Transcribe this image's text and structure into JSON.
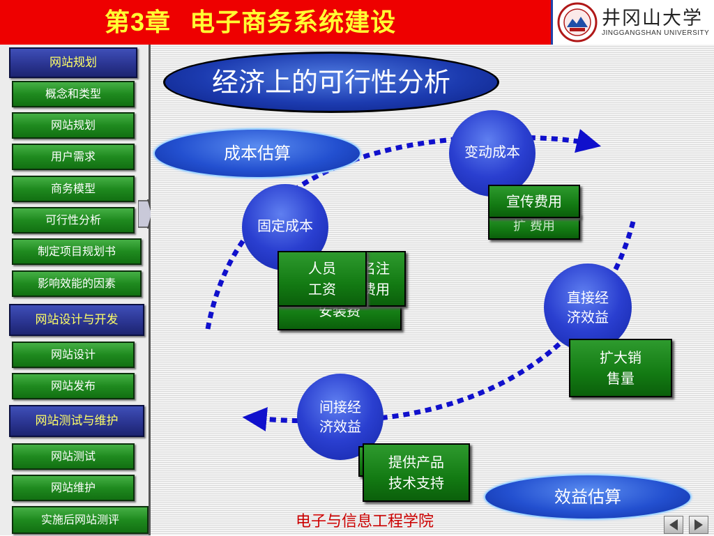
{
  "header": {
    "title_prefix": "第",
    "title_number": "3",
    "title_suffix": "章  电子商务系统建设",
    "university_cn": "井冈山大学",
    "university_en": "JINGGANGSHAN UNIVERSITY",
    "colors": {
      "bar": "#ee0000",
      "title": "#ffff33"
    }
  },
  "sidebar": {
    "items": [
      {
        "label": "网站规划",
        "kind": "section"
      },
      {
        "label": "概念和类型",
        "kind": "item"
      },
      {
        "label": "网站规划",
        "kind": "item"
      },
      {
        "label": "用户需求",
        "kind": "item"
      },
      {
        "label": "商务模型",
        "kind": "item"
      },
      {
        "label": "可行性分析",
        "kind": "item",
        "active": true
      },
      {
        "label": "制定项目规划书",
        "kind": "item"
      },
      {
        "label": "影响效能的因素",
        "kind": "item"
      },
      {
        "label": "网站设计与开发",
        "kind": "section"
      },
      {
        "label": "网站设计",
        "kind": "item"
      },
      {
        "label": "网站发布",
        "kind": "item"
      },
      {
        "label": "网站测试与维护",
        "kind": "section"
      },
      {
        "label": "网站测试",
        "kind": "item"
      },
      {
        "label": "网站维护",
        "kind": "item"
      },
      {
        "label": "实施后网站测评",
        "kind": "item"
      }
    ]
  },
  "main": {
    "title": "经济上的可行性分析",
    "cost_estimate": "成本估算",
    "benefit_estimate": "效益估算",
    "variable_cost": "变动成本",
    "fixed_cost": "固定成本",
    "direct_benefit_line1": "直接经",
    "direct_benefit_line2": "济效益",
    "indirect_benefit_line1": "间接经",
    "indirect_benefit_line2": "济效益",
    "promo_fee": "宣传费用",
    "promo_under": "扩 费用",
    "staff_line1": "人员",
    "staff_line2": "工资",
    "domain_reg_line1": "名注",
    "domain_reg_line2": "费用",
    "install_fee": "安装费",
    "expand_sales_line1": "扩大销",
    "expand_sales_line2": "售量",
    "support_line1": "提供产品",
    "support_line2": "技术支持"
  },
  "footer": {
    "text": "电子与信息工程学院",
    "prev_icon": "prev-arrow-icon",
    "next_icon": "next-arrow-icon"
  }
}
